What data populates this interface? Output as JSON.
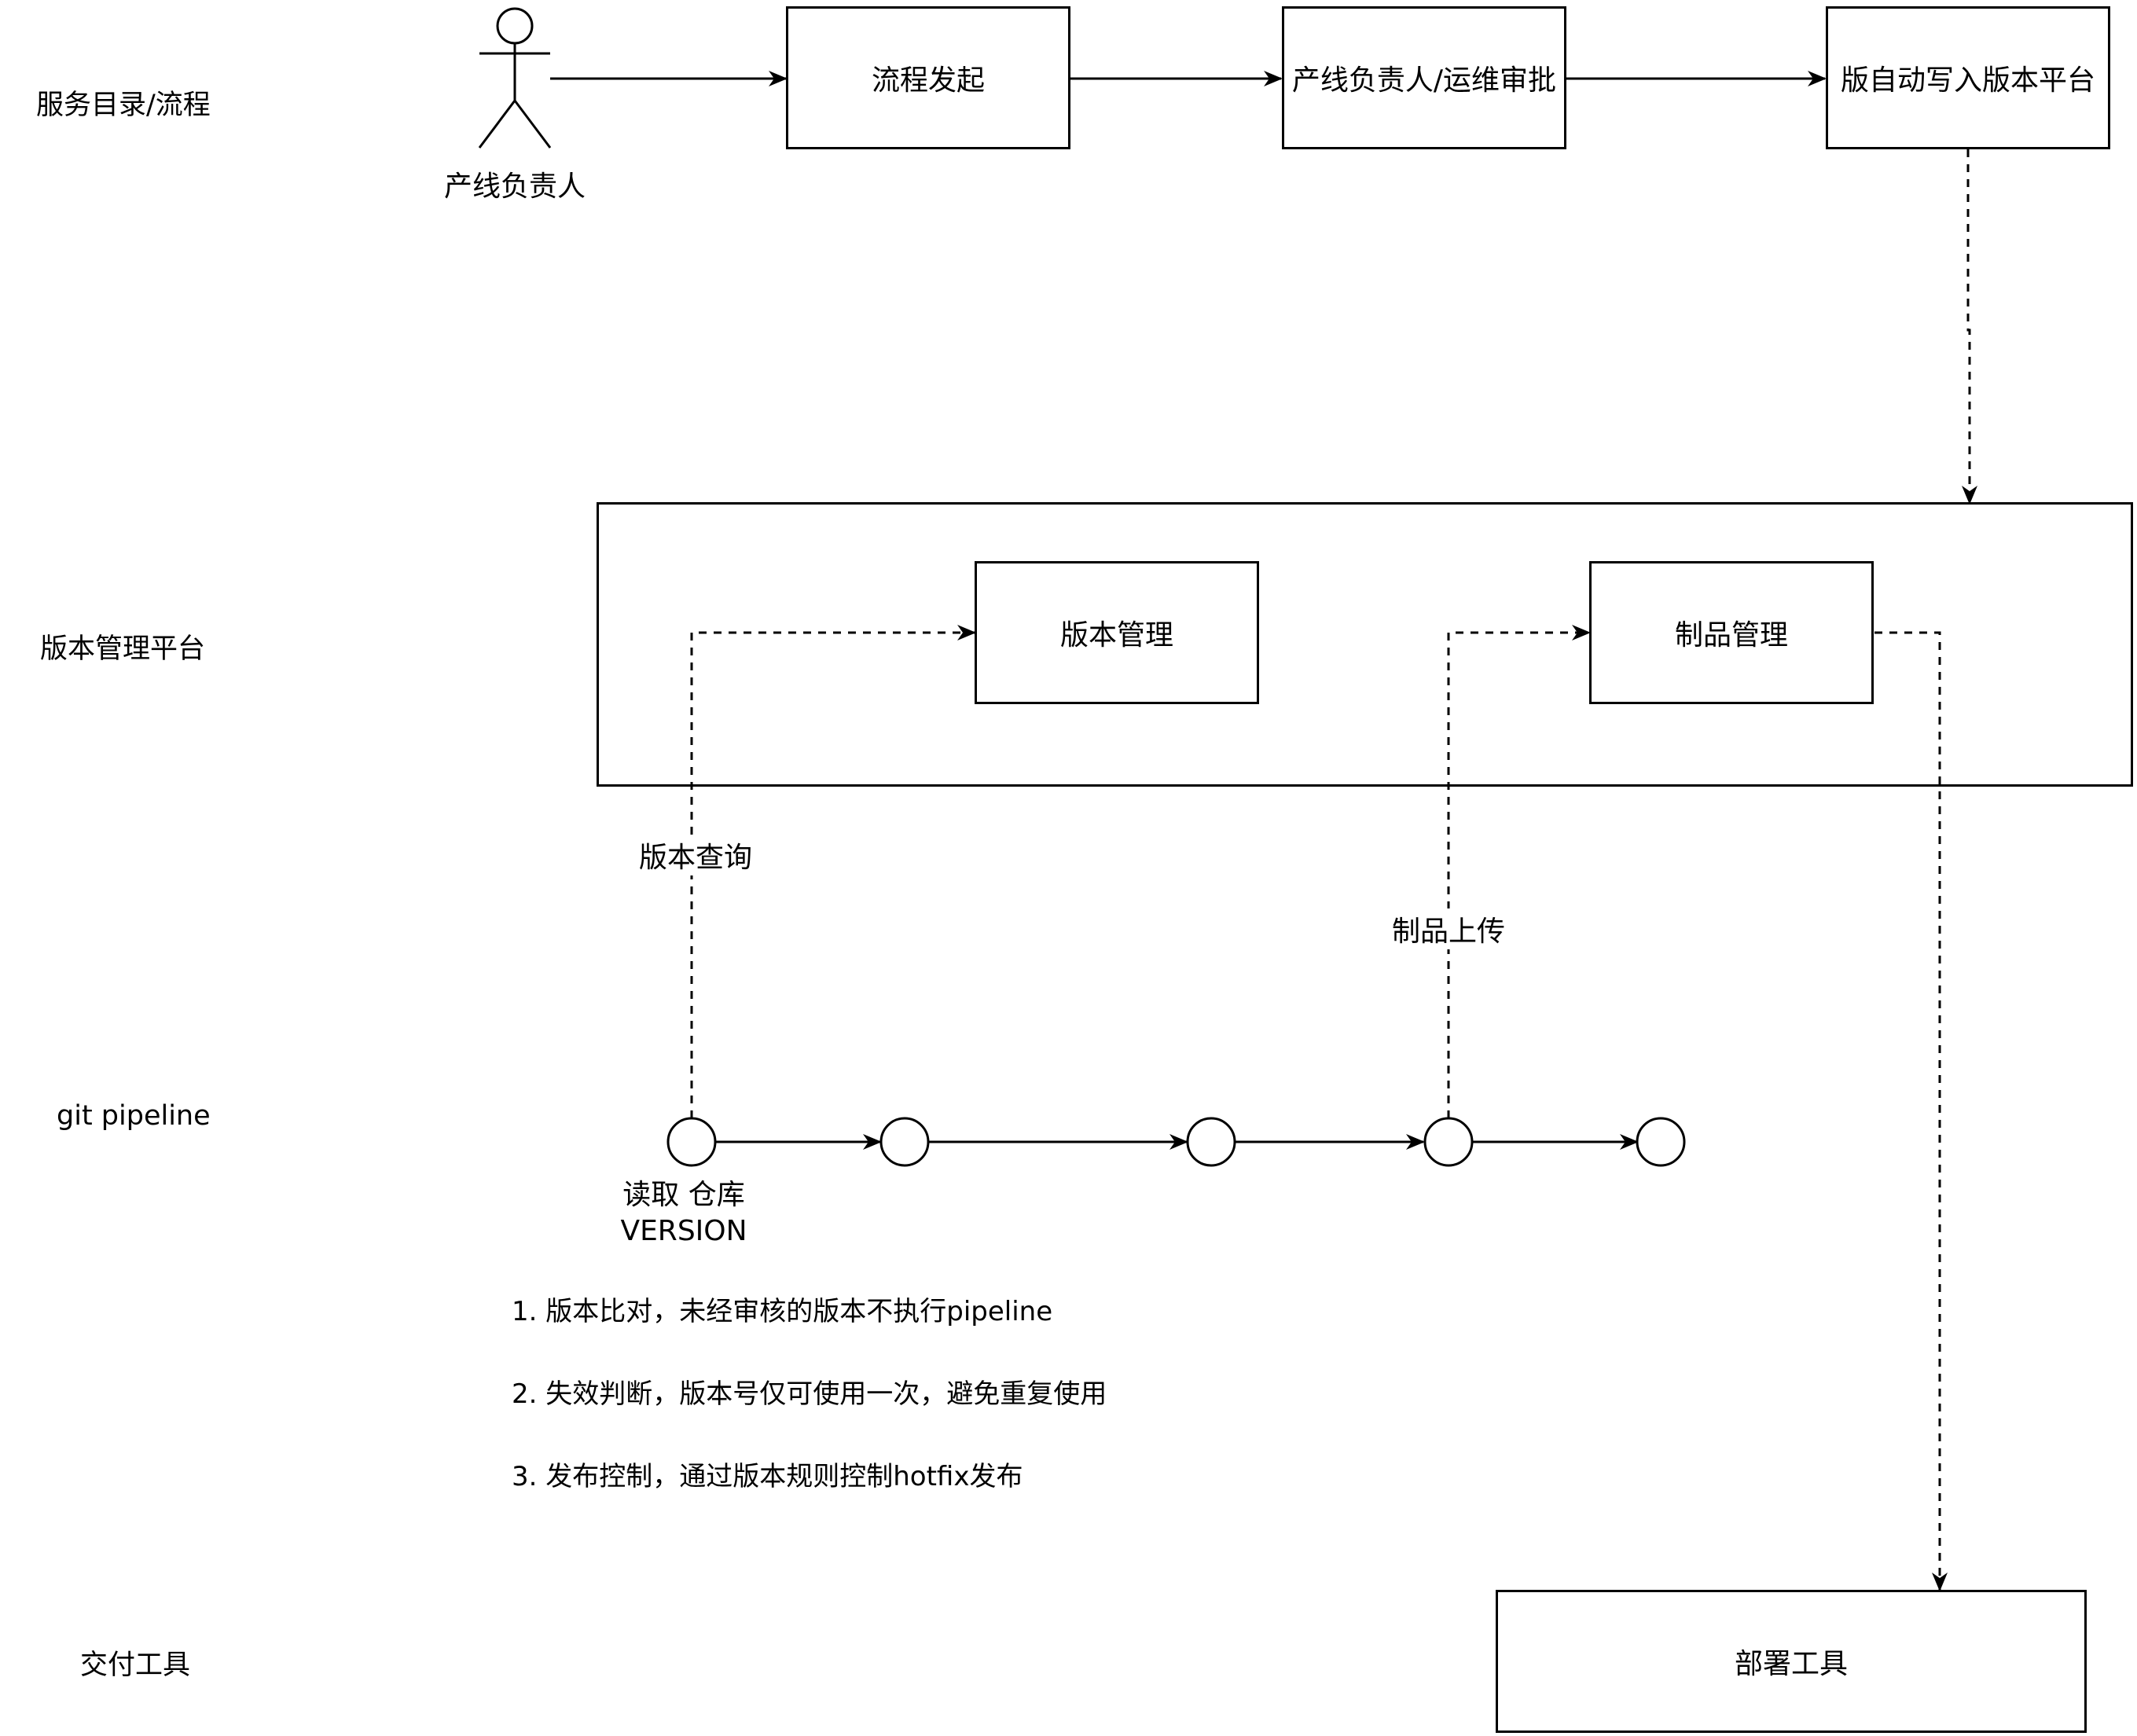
{
  "lanes": {
    "service_catalog": "服务目录/流程",
    "version_platform": "版本管理平台",
    "git_pipeline": "git pipeline",
    "delivery_tools": "交付工具"
  },
  "actor": {
    "label": "产线负责人",
    "icon": "person-icon"
  },
  "process": {
    "start": "流程发起",
    "approval": "产线负责人/运维审批",
    "auto_write": "版自动写入版本平台"
  },
  "platform": {
    "version_mgmt": "版本管理",
    "artifact_mgmt": "制品管理"
  },
  "edges": {
    "version_query": "版本查询",
    "artifact_upload": "制品上传"
  },
  "pipeline": {
    "read_label_line1": "读取 仓库",
    "read_label_line2": "VERSION"
  },
  "notes": [
    "1. 版本比对，未经审核的版本不执行pipeline",
    "2. 失效判断，版本号仅可使用一次，避免重复使用",
    "3. 发布控制，通过版本规则控制hotfix发布"
  ],
  "deploy": {
    "label": "部署工具"
  }
}
